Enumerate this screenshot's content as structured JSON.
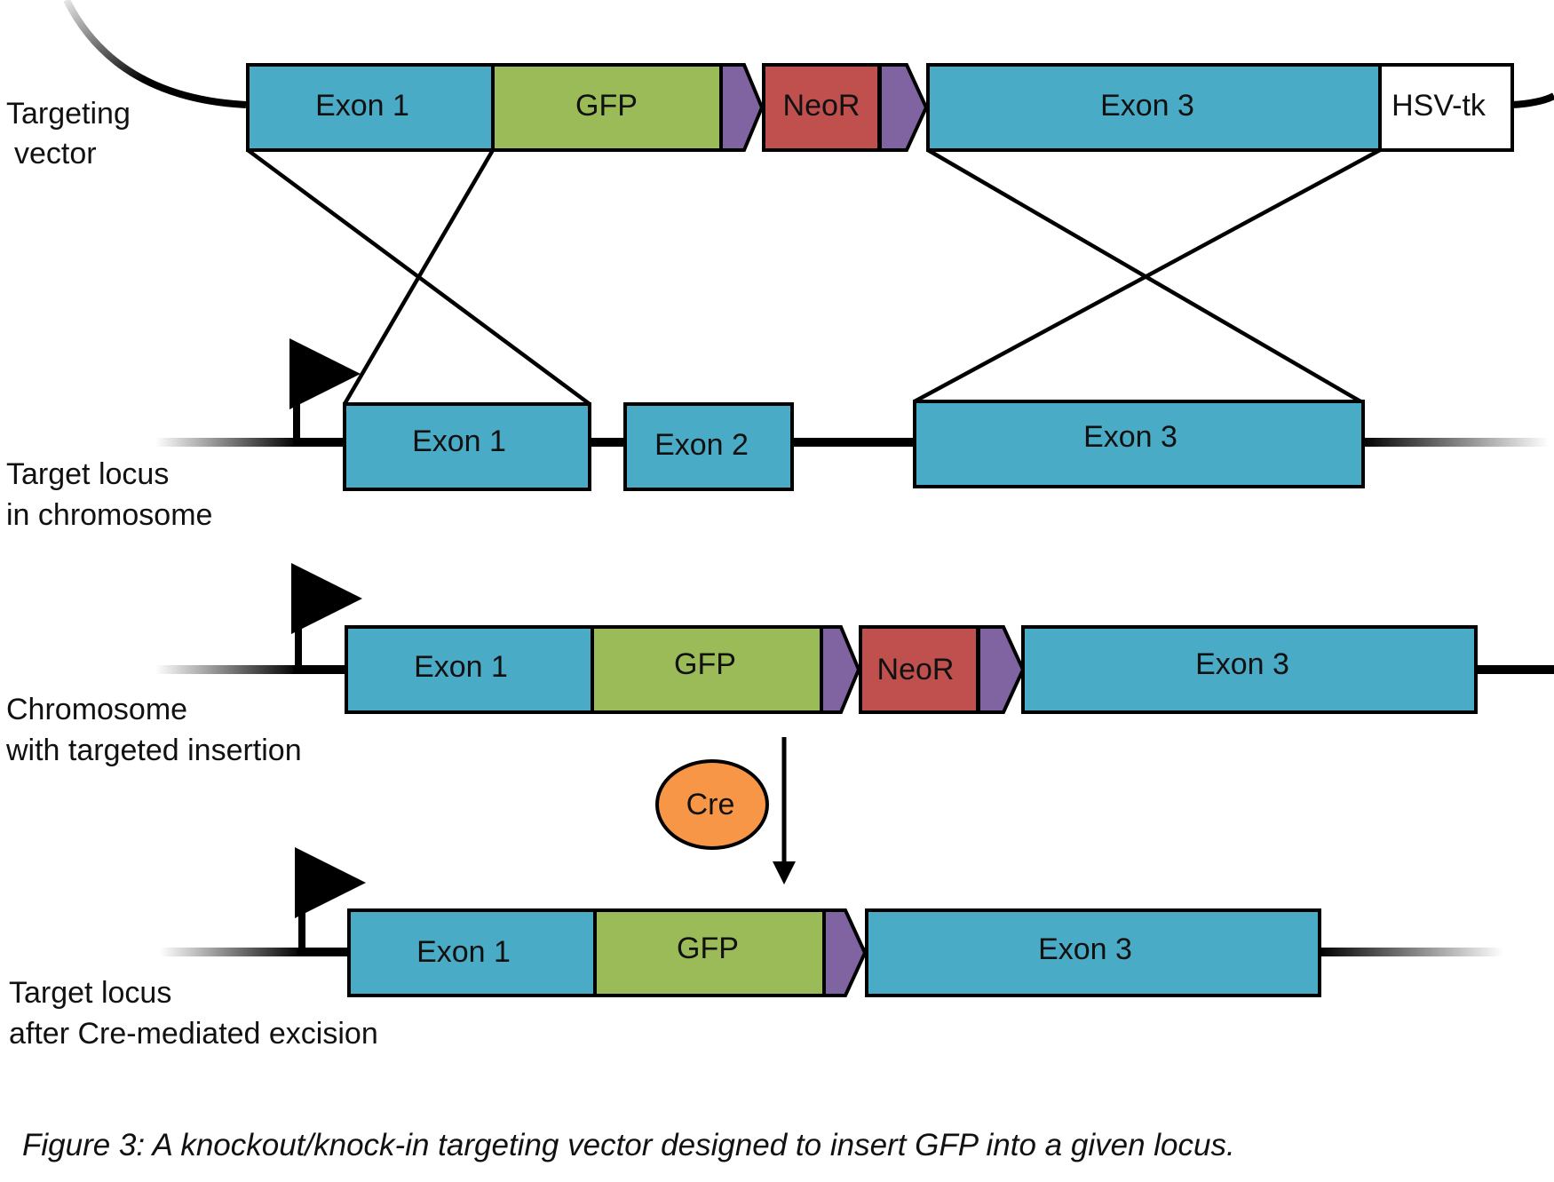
{
  "row_labels": {
    "targeting_vector": [
      "Targeting",
      "vector"
    ],
    "target_locus": [
      "Target locus",
      "in chromosome"
    ],
    "chromosome_insertion": [
      "Chromosome",
      "with targeted insertion"
    ],
    "after_excision": [
      "Target locus",
      "after Cre-mediated excision"
    ]
  },
  "blocks": {
    "exon1": "Exon 1",
    "exon2": "Exon 2",
    "exon3": "Exon 3",
    "gfp": "GFP",
    "neor": "NeoR",
    "hsvtk": "HSV-tk"
  },
  "enzyme": "Cre",
  "caption": "Figure 3: A knockout/knock-in targeting vector designed to insert GFP into a given locus.",
  "colors": {
    "exon": "#4aabc6",
    "gfp": "#9bbb59",
    "neor": "#c0504d",
    "lox": "#8064a2",
    "hsvtk": "#ffffff",
    "cre": "#f79646",
    "line": "#000000"
  }
}
